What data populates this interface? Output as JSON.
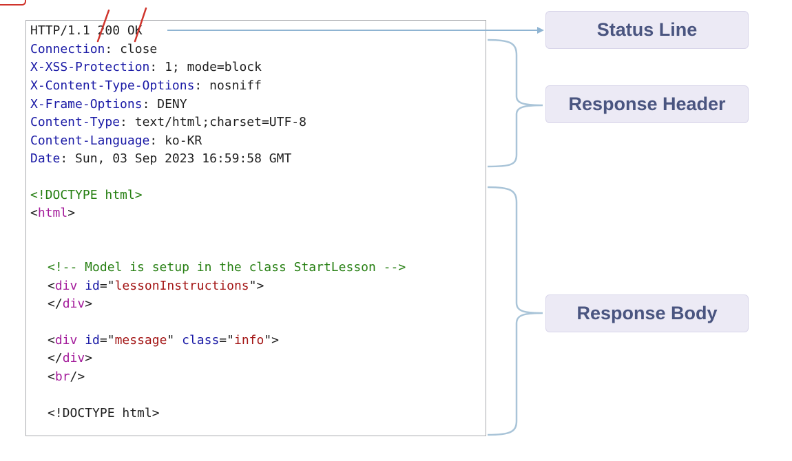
{
  "http_response": {
    "status_line": {
      "version": "HTTP/1.1",
      "code": "200",
      "reason": "OK"
    },
    "headers": [
      {
        "name": "Connection",
        "value": "close"
      },
      {
        "name": "X-XSS-Protection",
        "value": "1; mode=block"
      },
      {
        "name": "X-Content-Type-Options",
        "value": "nosniff"
      },
      {
        "name": "X-Frame-Options",
        "value": "DENY"
      },
      {
        "name": "Content-Type",
        "value": "text/html;charset=UTF-8"
      },
      {
        "name": "Content-Language",
        "value": "ko-KR"
      },
      {
        "name": "Date",
        "value": "Sun, 03 Sep 2023 16:59:58 GMT"
      }
    ],
    "body": {
      "doctype": "<!DOCTYPE html>",
      "html_open_lt": "<",
      "html_tag": "html",
      "html_open_gt": ">",
      "comment": "<!-- Model is setup in the class StartLesson -->",
      "div1_id": "lessonInstructions",
      "div2_id": "message",
      "div2_class": "info",
      "doctype_repeat": "<!DOCTYPE html>"
    }
  },
  "code_tokens": {
    "lt": "<",
    "gt": ">",
    "close_lt": "</",
    "div": "div",
    "id_attr": " id",
    "class_attr": " class",
    "eq_quote": "=\"",
    "quote": "\"",
    "quote_gt": "\">",
    "br": "br",
    "self_close": "/>",
    "colon": ": "
  },
  "labels": {
    "status_line": "Status Line",
    "response_header": "Response Header",
    "response_body": "Response Body"
  },
  "colors": {
    "bracket": "#a9c4d8",
    "arrow": "#8fb4d2",
    "label_text": "#4a5580",
    "label_bg": "#eceaf5",
    "annotation_red": "#d0342c"
  }
}
